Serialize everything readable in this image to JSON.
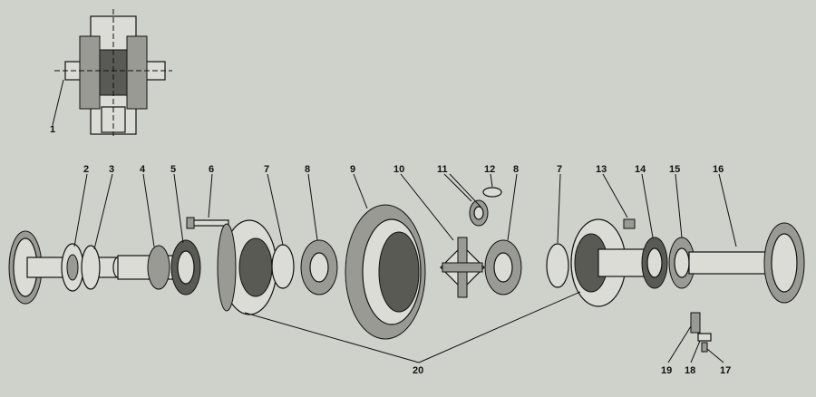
{
  "callouts": {
    "c1": "1",
    "c2": "2",
    "c3": "3",
    "c4": "4",
    "c5": "5",
    "c6": "6",
    "c7a": "7",
    "c8a": "8",
    "c9": "9",
    "c10": "10",
    "c11": "11",
    "c12": "12",
    "c8b": "8",
    "c7b": "7",
    "c13": "13",
    "c14": "14",
    "c15": "15",
    "c16": "16",
    "c17": "17",
    "c18": "18",
    "c19": "19",
    "c20": "20"
  },
  "colors": {
    "background": "#cfd1cb",
    "ink": "#111111"
  }
}
